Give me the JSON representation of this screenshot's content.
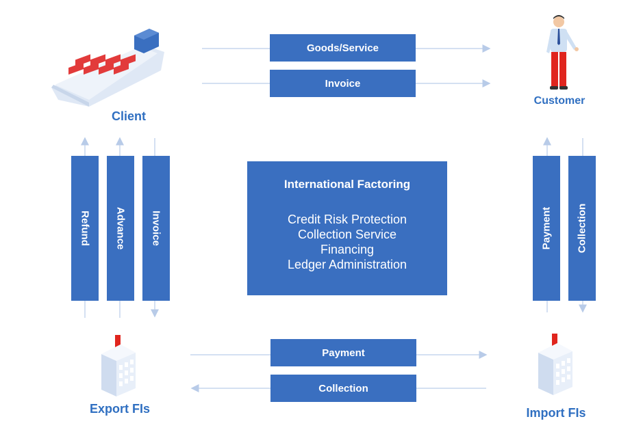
{
  "nodes": {
    "client": "Client",
    "customer": "Customer",
    "export_fis": "Export FIs",
    "import_fis": "Import FIs"
  },
  "top_flows": {
    "goods": "Goods/Service",
    "invoice": "Invoice"
  },
  "bottom_flows": {
    "payment": "Payment",
    "collection": "Collection"
  },
  "left_flows": {
    "refund": "Refund",
    "advance": "Advance",
    "invoice": "Invoice"
  },
  "right_flows": {
    "payment": "Payment",
    "collection": "Collection"
  },
  "center": {
    "title": "International Factoring",
    "services": [
      "Credit Risk Protection",
      "Collection Service",
      "Financing",
      "Ledger Administration"
    ]
  },
  "colors": {
    "box": "#3a6fc0",
    "label": "#2f6fc1",
    "line": "#c5d6ee"
  }
}
